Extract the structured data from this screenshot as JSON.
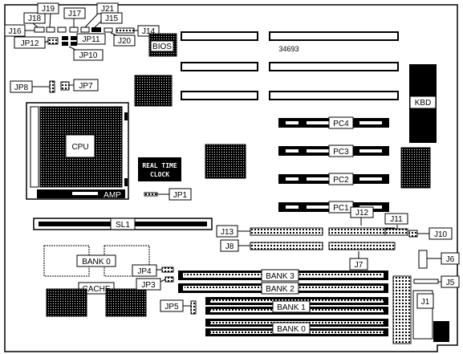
{
  "labels": {
    "j16": "J16",
    "j18": "J18",
    "j19": "J19",
    "j17": "J17",
    "j21": "J21",
    "j15": "J15",
    "j14": "J14",
    "j20": "J20",
    "jp11": "JP11",
    "jp10": "JP10",
    "jp12": "JP12",
    "jp8": "JP8",
    "jp7": "JP7",
    "bios": "BIOS",
    "part_number": "34693",
    "kbd": "KBD",
    "cpu": "CPU",
    "amp": "AMP",
    "rtc_line1": "REAL TIME",
    "rtc_line2": "CLOCK",
    "jp1": "JP1",
    "pc4": "PC4",
    "pc3": "PC3",
    "pc2": "PC2",
    "pc1": "PC1",
    "sl1": "SL1",
    "j12": "J12",
    "j11": "J11",
    "j10": "J10",
    "j13": "J13",
    "j8": "J8",
    "j7": "J7",
    "j6": "J6",
    "j5": "J5",
    "j1": "J1",
    "bank0_cache": "BANK 0",
    "cache": "CACHE",
    "jp4": "JP4",
    "jp3": "JP3",
    "jp5": "JP5",
    "bank3": "BANK 3",
    "bank2": "BANK 2",
    "bank1": "BANK 1",
    "bank0": "BANK 0"
  }
}
